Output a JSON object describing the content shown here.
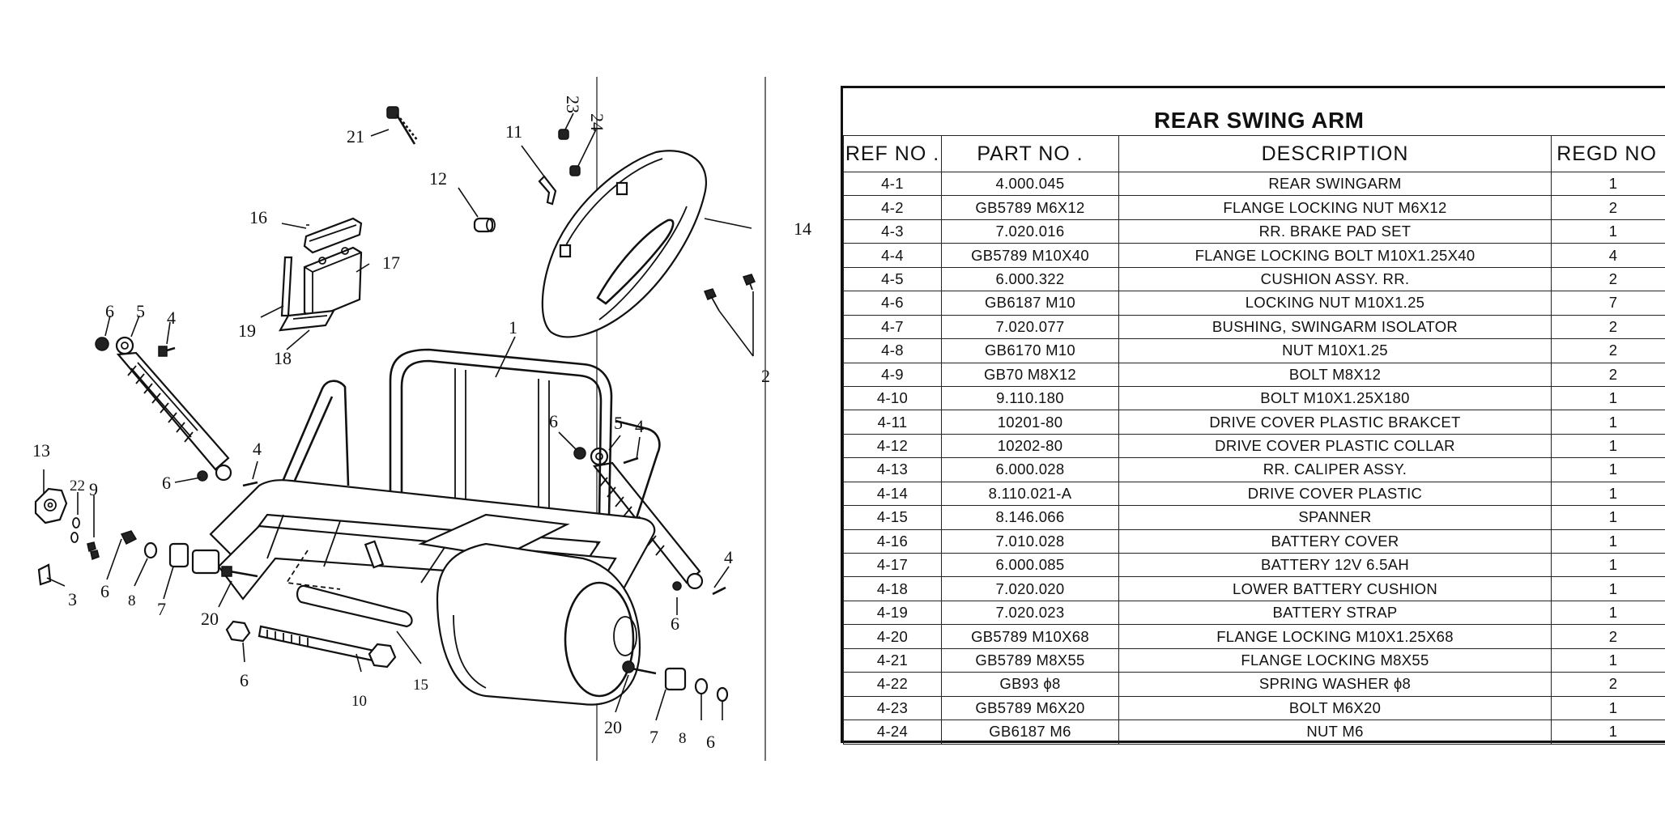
{
  "diagram": {
    "callouts": {
      "c1": "1",
      "c2": "2",
      "c3": "3",
      "c4a": "4",
      "c4b": "4",
      "c4c": "4",
      "c4d": "4",
      "c5a": "5",
      "c5b": "5",
      "c6a": "6",
      "c6b": "6",
      "c6c": "6",
      "c6d": "6",
      "c6e": "6",
      "c6f": "6",
      "c6g": "6",
      "c7a": "7",
      "c7b": "7",
      "c8a": "8",
      "c8b": "8",
      "c9": "9",
      "c10": "10",
      "c11": "11",
      "c12": "12",
      "c13": "13",
      "c14": "14",
      "c15": "15",
      "c16": "16",
      "c17": "17",
      "c18": "18",
      "c19": "19",
      "c20a": "20",
      "c20b": "20",
      "c21": "21",
      "c22": "22",
      "c23": "23",
      "c24": "24"
    }
  },
  "table": {
    "title": "REAR SWING ARM",
    "headers": [
      "REF NO .",
      "PART NO .",
      "DESCRIPTION",
      "REGD NO ."
    ],
    "rows": [
      [
        "4-1",
        "4.000.045",
        "REAR SWINGARM",
        "1"
      ],
      [
        "4-2",
        "GB5789  M6X12",
        "FLANGE LOCKING NUT M6X12",
        "2"
      ],
      [
        "4-3",
        "7.020.016",
        "RR. BRAKE PAD SET",
        "1"
      ],
      [
        "4-4",
        "GB5789  M10X40",
        "FLANGE LOCKING BOLT M10X1.25X40",
        "4"
      ],
      [
        "4-5",
        "6.000.322",
        "CUSHION ASSY. RR.",
        "2"
      ],
      [
        "4-6",
        "GB6187 M10",
        "LOCKING NUT M10X1.25",
        "7"
      ],
      [
        "4-7",
        "7.020.077",
        "BUSHING, SWINGARM ISOLATOR",
        "2"
      ],
      [
        "4-8",
        "GB6170 M10",
        "NUT M10X1.25",
        "2"
      ],
      [
        "4-9",
        "GB70 M8X12",
        "BOLT M8X12",
        "2"
      ],
      [
        "4-10",
        "9.110.180",
        "BOLT M10X1.25X180",
        "1"
      ],
      [
        "4-11",
        "10201-80",
        "DRIVE COVER PLASTIC BRAKCET",
        "1"
      ],
      [
        "4-12",
        "10202-80",
        "DRIVE COVER PLASTIC COLLAR",
        "1"
      ],
      [
        "4-13",
        "6.000.028",
        "RR. CALIPER ASSY.",
        "1"
      ],
      [
        "4-14",
        "8.110.021-A",
        "DRIVE COVER PLASTIC",
        "1"
      ],
      [
        "4-15",
        "8.146.066",
        "SPANNER",
        "1"
      ],
      [
        "4-16",
        "7.010.028",
        "BATTERY COVER",
        "1"
      ],
      [
        "4-17",
        "6.000.085",
        "BATTERY 12V 6.5AH",
        "1"
      ],
      [
        "4-18",
        "7.020.020",
        "LOWER BATTERY CUSHION",
        "1"
      ],
      [
        "4-19",
        "7.020.023",
        "BATTERY STRAP",
        "1"
      ],
      [
        "4-20",
        "GB5789 M10X68",
        "FLANGE LOCKING M10X1.25X68",
        "2"
      ],
      [
        "4-21",
        "GB5789 M8X55",
        "FLANGE LOCKING M8X55",
        "1"
      ],
      [
        "4-22",
        "GB93 ϕ8",
        "SPRING WASHER ϕ8",
        "2"
      ],
      [
        "4-23",
        "GB5789 M6X20",
        "BOLT M6X20",
        "1"
      ],
      [
        "4-24",
        "GB6187 M6",
        "NUT M6",
        "1"
      ]
    ]
  }
}
